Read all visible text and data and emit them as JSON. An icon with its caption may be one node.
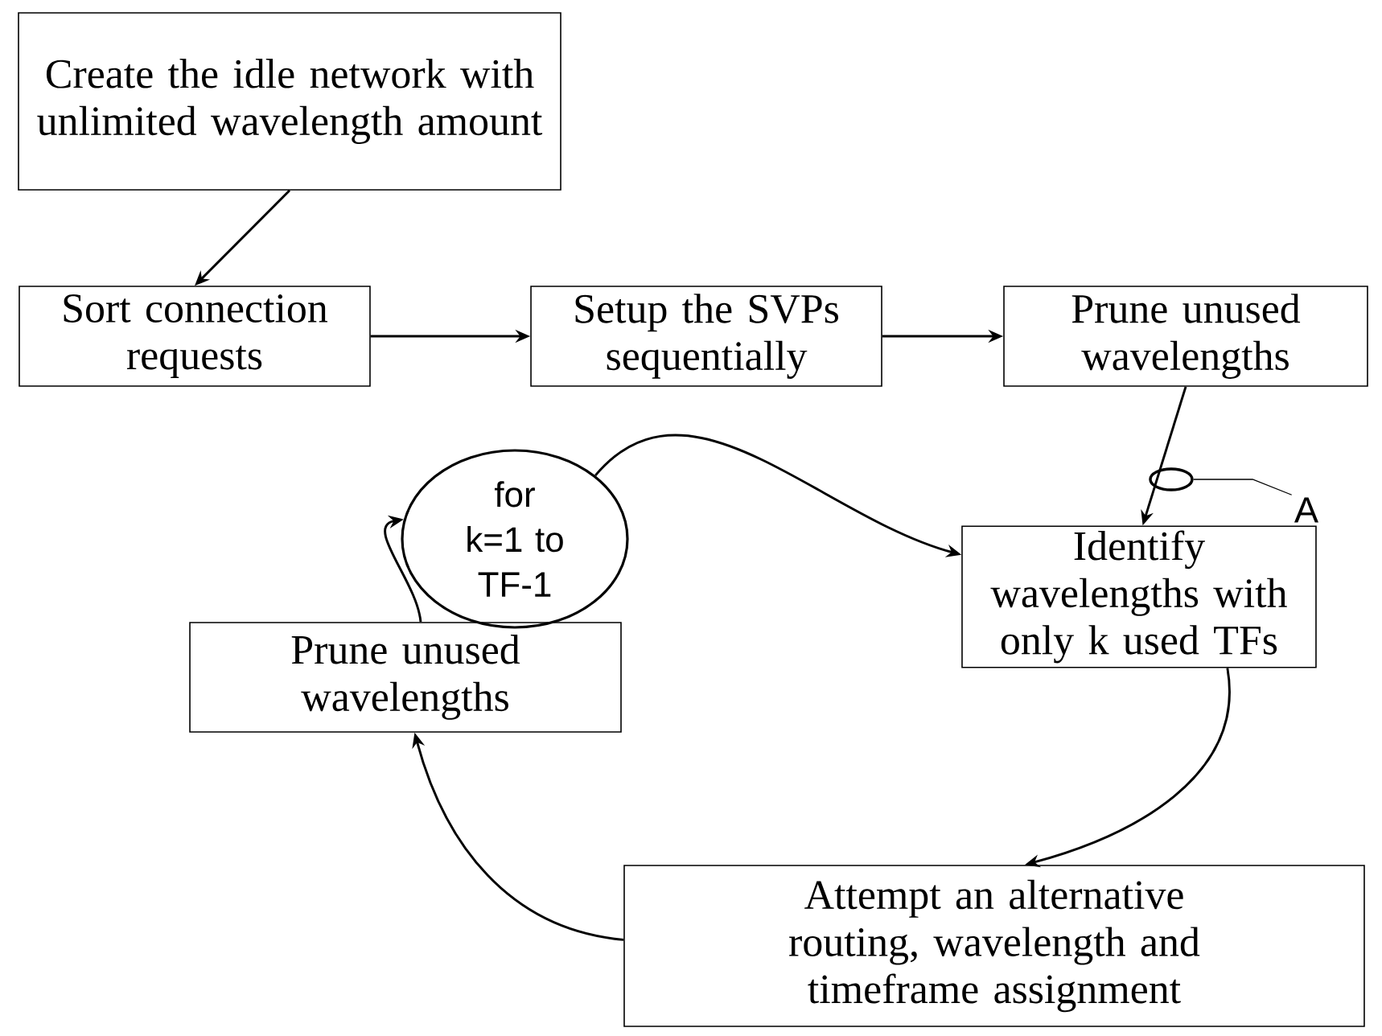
{
  "diagram": {
    "nodes": [
      {
        "text": [
          "Create the idle network  with unlimited wavelength amount"
        ]
      },
      {
        "text": [
          "Sort connection requests"
        ]
      },
      {
        "text": [
          "Setup the SVPs sequentially"
        ]
      },
      {
        "text": [
          "Prune unused wavelengths"
        ]
      },
      {
        "text": [
          "for k=1 to TF-1"
        ]
      },
      {
        "text": [
          "Identify wavelengths with only k used TFs"
        ]
      },
      {
        "text": [
          "Attempt an alternative routing, wavelength and timeframe assignment"
        ]
      },
      {
        "text": [
          "Prune unused wavelengths"
        ]
      },
      {
        "text": [
          "A"
        ]
      },
      {
        "text": [],
        "shape": "ellipse"
      }
    ],
    "edges": [
      {
        "from": 0,
        "to": 1,
        "arrow": "to"
      },
      {
        "from": 1,
        "to": 2,
        "arrow": "to"
      },
      {
        "from": 2,
        "to": 3,
        "arrow": "to"
      },
      {
        "from": 3,
        "to": 5,
        "arrow": "to"
      },
      {
        "from": 4,
        "to": 5,
        "arrow": "to"
      },
      {
        "from": 5,
        "to": 6,
        "arrow": "to"
      },
      {
        "from": 6,
        "to": 7,
        "arrow": "to"
      },
      {
        "from": 7,
        "to": 4,
        "arrow": "to"
      },
      {
        "from": 8,
        "to": 9,
        "arrow": "none"
      }
    ]
  }
}
